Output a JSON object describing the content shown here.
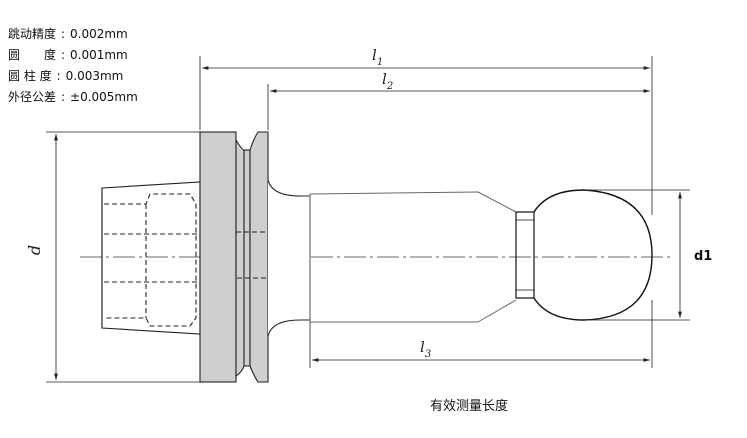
{
  "specs": [
    {
      "label": "跳动精度",
      "value": "0.002mm"
    },
    {
      "label": "圆　　度",
      "value": "0.001mm"
    },
    {
      "label": "圆 柱 度",
      "value": "0.003mm"
    },
    {
      "label": "外径公差",
      "value": "±0.005mm"
    }
  ],
  "dimensions": {
    "l1": "l",
    "l1_sub": "1",
    "l2": "l",
    "l2_sub": "2",
    "l3": "l",
    "l3_sub": "3",
    "d": "d",
    "d1": "d1"
  },
  "caption": "有效测量长度"
}
